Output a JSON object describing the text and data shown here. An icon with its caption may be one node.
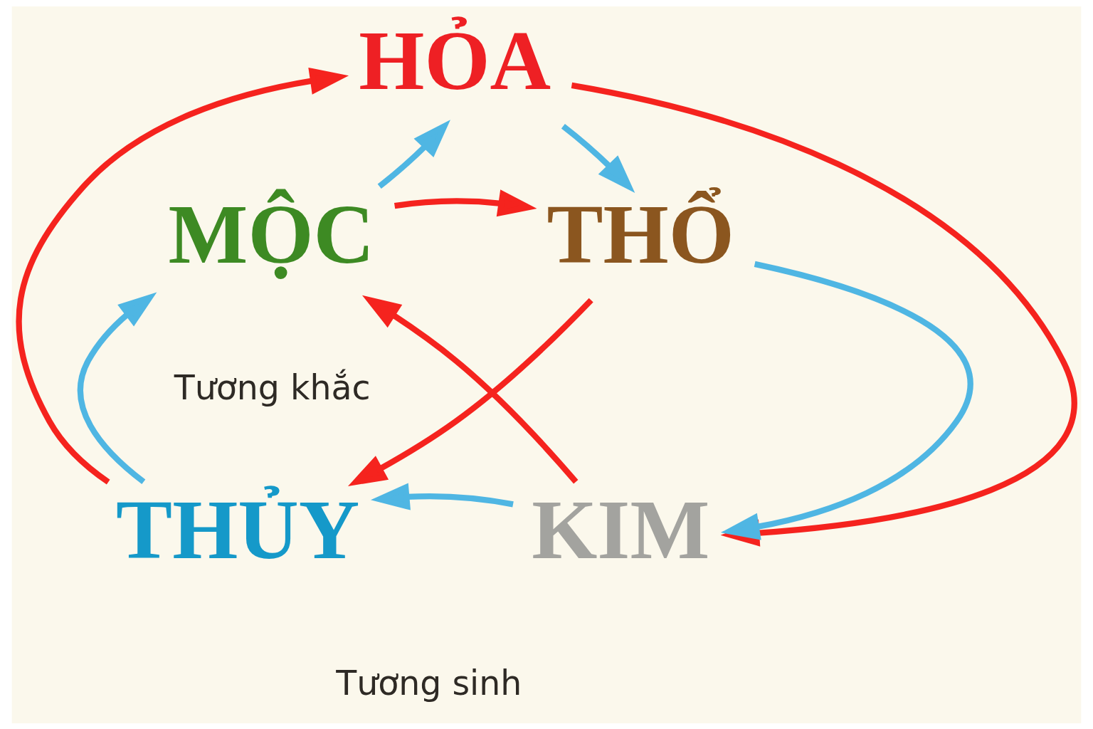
{
  "diagram": {
    "nodes": [
      {
        "text": [
          "HỎA"
        ]
      },
      {
        "text": [
          "MỘC"
        ]
      },
      {
        "text": [
          "THỔ"
        ]
      },
      {
        "text": [
          "THỦY"
        ]
      },
      {
        "text": [
          "KIM"
        ]
      }
    ],
    "edges": [
      {
        "from": 1,
        "to": 0,
        "arrow": "to",
        "color": "#4fb6e3"
      },
      {
        "from": 0,
        "to": 2,
        "arrow": "to",
        "color": "#4fb6e3"
      },
      {
        "from": 2,
        "to": 4,
        "arrow": "to",
        "color": "#4fb6e3"
      },
      {
        "from": 4,
        "to": 3,
        "arrow": "to",
        "color": "#4fb6e3"
      },
      {
        "from": 3,
        "to": 1,
        "arrow": "to",
        "color": "#4fb6e3"
      },
      {
        "from": 0,
        "to": 4,
        "arrow": "to",
        "color": "#f5231e"
      },
      {
        "from": 4,
        "to": 1,
        "arrow": "to",
        "color": "#f5231e"
      },
      {
        "from": 1,
        "to": 2,
        "arrow": "to",
        "color": "#f5231e"
      },
      {
        "from": 2,
        "to": 3,
        "arrow": "to",
        "color": "#f5231e"
      },
      {
        "from": 3,
        "to": 0,
        "arrow": "to",
        "color": "#f5231e"
      }
    ],
    "labels": [
      "Tương khắc",
      "Tương sinh"
    ]
  }
}
